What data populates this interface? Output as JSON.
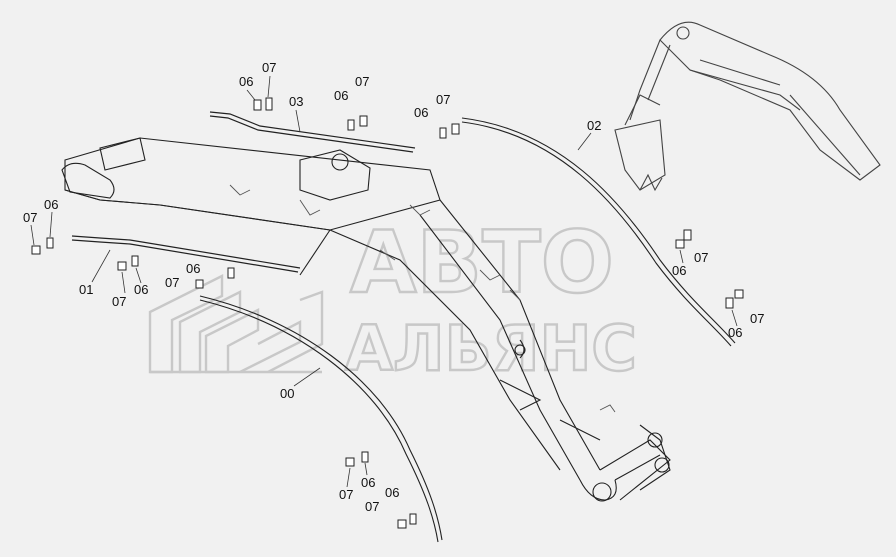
{
  "watermark": {
    "line1": "АВТО",
    "line2": "АЛЬЯНС",
    "color": "#c8c8c8"
  },
  "callouts": {
    "c00": "00",
    "c01": "01",
    "c02": "02",
    "c03": "03",
    "p06a": "06",
    "p07a": "07",
    "p06b": "06",
    "p07b": "07",
    "p06c": "06",
    "p07c": "07",
    "p06d": "06",
    "p07d": "07",
    "p06e": "06",
    "p07e": "07",
    "p06f": "06",
    "p07f": "07",
    "p06g": "06",
    "p07g": "07",
    "p06h": "06",
    "p07h": "07",
    "p06i": "06",
    "p07i": "07",
    "p06j": "06",
    "p07j": "07"
  },
  "colors": {
    "line": "#222222",
    "faint": "#9a9a9a",
    "background": "#f1f1f1"
  }
}
